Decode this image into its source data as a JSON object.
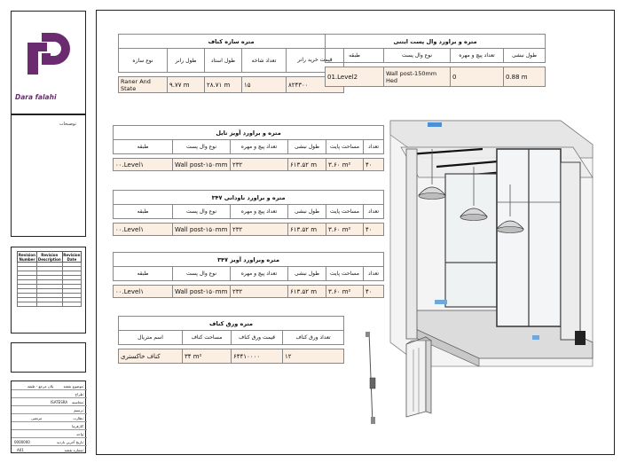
{
  "logo": {
    "text": "Dara falahi",
    "color": "#6b2b6f"
  },
  "notes": {
    "title": "توضیحات"
  },
  "revision": {
    "headers": [
      "Revision Number",
      "Revision Description",
      "Revision Date"
    ]
  },
  "title_block": {
    "rows": [
      {
        "label": "موضوع نقشه:",
        "value": "پلان مرجع - طبقه"
      },
      {
        "label": "طراح:",
        "value": ""
      },
      {
        "label": "محاسبه:",
        "value": "ISATESRA"
      },
      {
        "label": "ترسیم:",
        "value": ""
      },
      {
        "label": "نظارت:",
        "value": "مرتضی"
      },
      {
        "label": "کارفرما:",
        "value": ""
      },
      {
        "label": "واحد:",
        "value": ""
      },
      {
        "label": "تاریخ آخرین بازدید:",
        "value": "0000000"
      },
      {
        "label": "شماره نقشه:",
        "value": "A01"
      }
    ]
  },
  "tables": {
    "t1": {
      "title": "متره سازه کناف",
      "headers": [
        "نوع سازه",
        "طول رانر",
        "طول استاد",
        "تعداد شاخه",
        "قیمت خرید رانر"
      ],
      "rows": [
        [
          "Raner And State",
          "۹.۷۷ m",
          "۲۸.۷۱ m",
          "۱۵",
          "۸۲۴۳۰۰"
        ]
      ]
    },
    "t2": {
      "title": "متره و براورد وال پست ایتنی",
      "headers": [
        "طبقه",
        "نوع وال پست",
        "تعداد پیچ و مهره",
        "طول نبشی"
      ],
      "rows": [
        [
          "01.Level2",
          "Wall post-150mm Hed",
          "0",
          "0.88 m"
        ]
      ]
    },
    "t3": {
      "title": "متره و براورد آویز تایل",
      "headers": [
        "طبقه",
        "نوع وال پست",
        "تعداد پیچ و مهره",
        "طول نبشی",
        "مساحت پایت",
        "تعداد"
      ],
      "rows": [
        [
          "۰۰.Level۱",
          "Wall post-۱۵۰mm",
          "۲۳۲",
          "۶۱۳.۵۲ m",
          "۳.۶۰ m²",
          "۴۰"
        ]
      ]
    },
    "t4": {
      "title": "۳۴۷ متره و براورد ناودانی",
      "headers": [
        "طبقه",
        "نوع وال پست",
        "تعداد پیچ و مهره",
        "طول نبشی",
        "مساحت پایت",
        "تعداد"
      ],
      "rows": [
        [
          "۰۰.Level۱",
          "Wall post-۱۵۰mm",
          "۲۳۲",
          "۶۱۳.۵۲ m",
          "۳.۶۰ m²",
          "۴۰"
        ]
      ]
    },
    "t5": {
      "title": "۳۴۷ متره وبراورد آویز",
      "headers": [
        "طبقه",
        "نوع وال پست",
        "تعداد پیچ و مهره",
        "طول نبشی",
        "مساحت پایت",
        "تعداد"
      ],
      "rows": [
        [
          "۰۰.Level۱",
          "Wall post-۱۵۰mm",
          "۲۳۲",
          "۶۱۳.۵۲ m",
          "۳.۶۰ m²",
          "۴۰"
        ]
      ]
    },
    "t6": {
      "title": "متره ورق کناف",
      "headers": [
        "اسم متریال",
        "مساحت کناف",
        "قیمت ورق کناف",
        "تعداد ورق کناف"
      ],
      "rows": [
        [
          "کناف خاکستری",
          "۳۴ m²",
          "۶۴۴۱۰۰۰۰",
          "۱۲"
        ]
      ]
    }
  }
}
